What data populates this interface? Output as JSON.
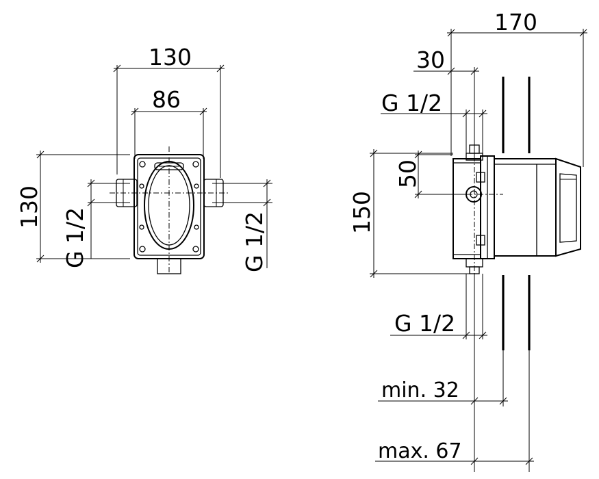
{
  "front_view": {
    "width_outer": "130",
    "width_inner": "86",
    "height": "130",
    "thread_left": "G 1/2",
    "thread_right": "G 1/2"
  },
  "side_view": {
    "depth_total": "170",
    "offset_front": "30",
    "thread_top": "G 1/2",
    "center_offset": "50",
    "height": "150",
    "thread_bottom": "G 1/2",
    "min_wall": "min. 32",
    "max_wall": "max. 67"
  }
}
